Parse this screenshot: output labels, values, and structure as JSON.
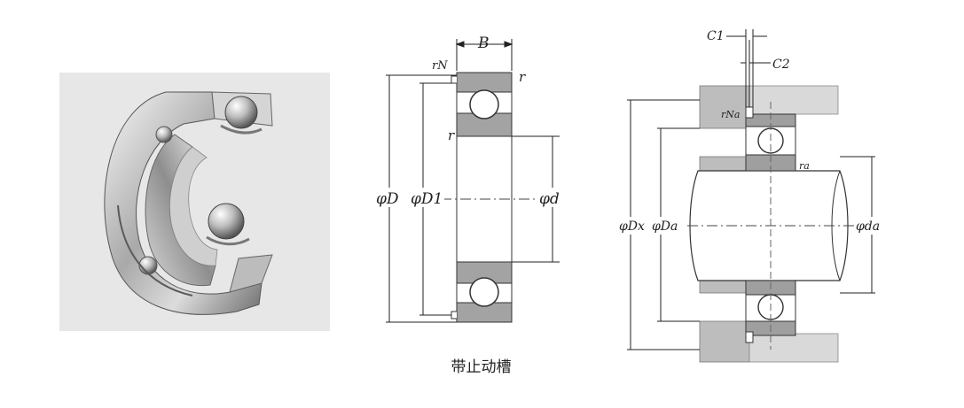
{
  "photo": {
    "icon": "ball-bearing-cutaway-icon"
  },
  "section_drawing": {
    "labels": {
      "width": "B",
      "snap_ring_corner": "rN",
      "chamfer_outer": "r",
      "chamfer_inner": "r",
      "outer_diameter": "φD",
      "groove_diameter": "φD1",
      "bore_diameter": "φd"
    },
    "caption": "带止动槽"
  },
  "mounting_drawing": {
    "labels": {
      "clearance_1": "C1",
      "clearance_2": "C2",
      "housing_corner": "rNa",
      "shaft_corner": "ra",
      "housing_groove_diameter": "φDx",
      "housing_bore_diameter": "φDa",
      "shaft_diameter": "φda"
    }
  }
}
